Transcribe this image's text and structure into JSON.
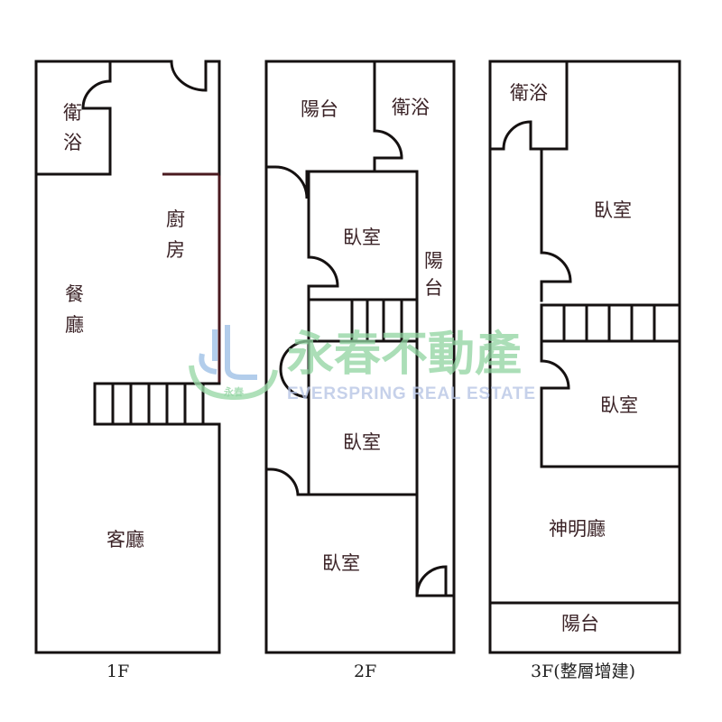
{
  "floors": [
    {
      "name": "1F",
      "rooms": {
        "bath": [
          "衛",
          "浴"
        ],
        "kitchen": [
          "廚",
          "房"
        ],
        "dining": [
          "餐",
          "廳"
        ],
        "living": "客廳"
      }
    },
    {
      "name": "2F",
      "rooms": {
        "balcony_top": "陽台",
        "bath": "衛浴",
        "bedroom1": "臥室",
        "balcony_side": [
          "陽",
          "台"
        ],
        "bedroom2": "臥室",
        "bedroom3": "臥室"
      }
    },
    {
      "name": "3F(整層增建)",
      "rooms": {
        "bath": "衛浴",
        "bedroom1": "臥室",
        "bedroom2": "臥室",
        "shrine": "神明廳",
        "balcony": "陽台"
      }
    }
  ],
  "watermark": {
    "brand_cn": "永春不動產",
    "brand_en": "EVERSPRING REAL ESTATE",
    "logo_text": "永春"
  },
  "colors": {
    "wall": "#151111",
    "wall_accent": "#4a1a1f",
    "watermark": "#8fd4a0"
  }
}
